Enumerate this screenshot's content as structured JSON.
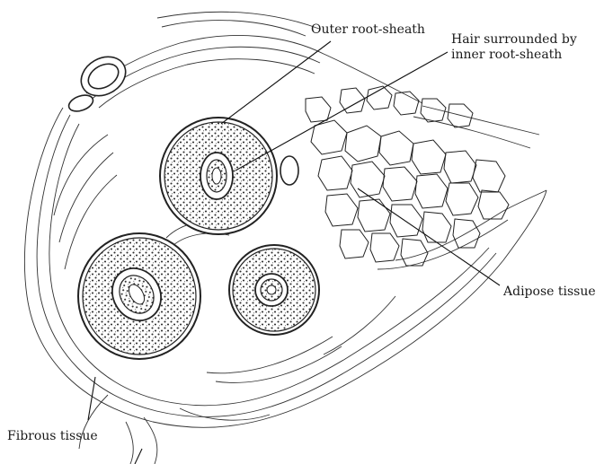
{
  "labels": {
    "outer_root_sheath": "Outer root-sheath",
    "hair_line1": "Hair surrounded by",
    "hair_line2": "inner root-sheath",
    "adipose": "Adipose tissue",
    "fibrous": "Fibrous tissue"
  },
  "colors": {
    "ink": "#1a1a1a",
    "paper": "#ffffff",
    "stipple": "#2b2b2b"
  }
}
